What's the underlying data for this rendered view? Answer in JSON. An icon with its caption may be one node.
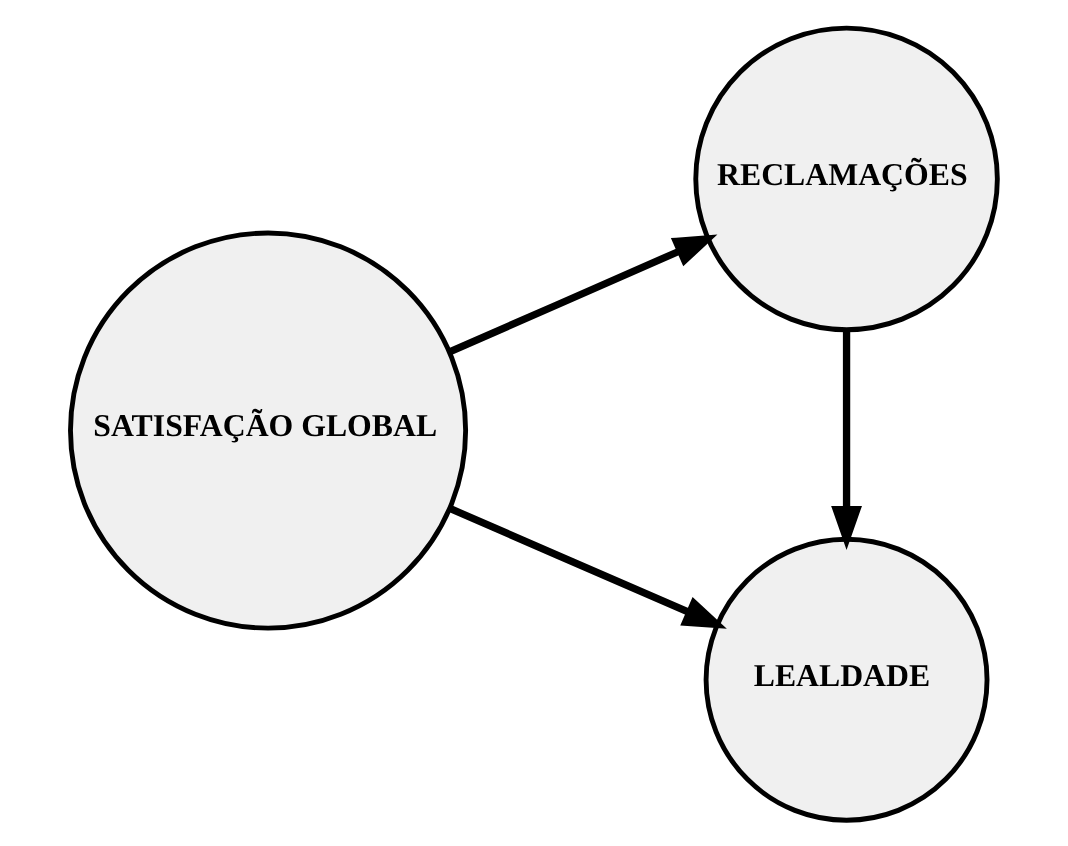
{
  "diagram": {
    "nodes": [
      {
        "text": [
          "SATISFAÇÃO GLOBAL"
        ]
      },
      {
        "text": [
          "RECLAMAÇÕES"
        ]
      },
      {
        "text": [
          "LEALDADE"
        ]
      }
    ],
    "edges": [
      {
        "from": 0,
        "to": 1,
        "arrow": "to"
      },
      {
        "from": 0,
        "to": 2,
        "arrow": "to"
      },
      {
        "from": 1,
        "to": 2,
        "arrow": "to"
      }
    ]
  }
}
